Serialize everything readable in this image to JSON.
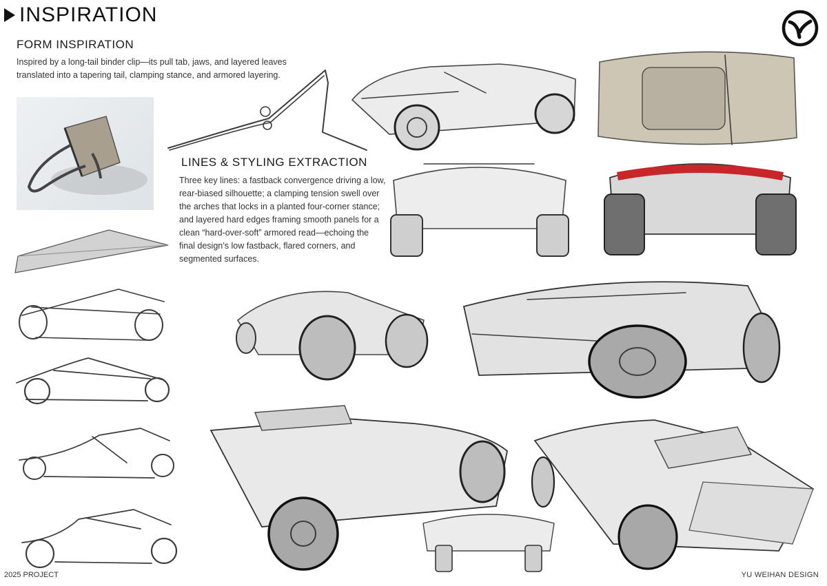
{
  "header": {
    "title": "INSPIRATION",
    "logo_icon": "yvela-circle-logo-icon"
  },
  "form": {
    "heading": "FORM INSPIRATION",
    "description": "Inspired by a long-tail binder clip—its pull tab, jaws, and layered leaves translated into a tapering tail, clamping stance, and armored layering."
  },
  "lines": {
    "heading": "LINES & STYLING EXTRACTION",
    "description": "Three key lines: a fastback convergence driving a low, rear-biased silhouette; a clamping tension swell over the arches that locks in a planted four-corner stance; and layered hard edges framing smooth panels for a clean “hard-over-soft” armored read—echoing the final design’s low fastback, flared corners, and segmented surfaces."
  },
  "footer": {
    "left": "2025 PROJECT",
    "right": "YU WEIHAN DESIGN"
  },
  "colors": {
    "ink": "#111111",
    "taillight": "#c8262b",
    "photo_bg": "#e4e9ec"
  }
}
